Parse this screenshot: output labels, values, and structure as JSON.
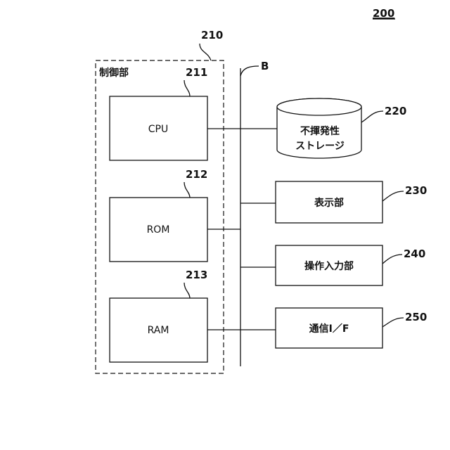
{
  "figure_number": "200",
  "control_unit": {
    "ref": "210",
    "label": "制御部"
  },
  "cpu": {
    "ref": "211",
    "label": "CPU"
  },
  "rom": {
    "ref": "212",
    "label": "ROM"
  },
  "ram": {
    "ref": "213",
    "label": "RAM"
  },
  "bus": {
    "label": "B"
  },
  "storage": {
    "ref": "220",
    "label_line1": "不揮発性",
    "label_line2": "ストレージ"
  },
  "display": {
    "ref": "230",
    "label": "表示部"
  },
  "input": {
    "ref": "240",
    "label": "操作入力部"
  },
  "comm": {
    "ref": "250",
    "label": "通信I／F"
  }
}
